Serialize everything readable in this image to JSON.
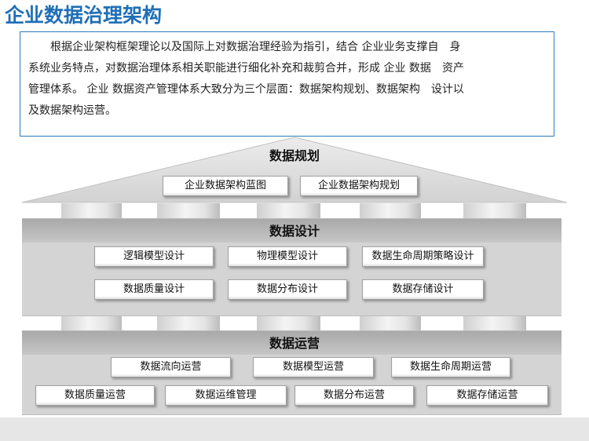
{
  "title": "企业数据治理架构",
  "intro_lines": [
    "根据企业架构框架理论以及国际上对数据治理经验为指引，结合 企业业务支撑自　身",
    "系统业务特点，对数据治理体系相关职能进行细化补充和裁剪合并，形成 企业 数据　资产",
    "管理体系。 企业 数据资产管理体系大致分为三个层面：数据架构规划、数据架构　设计以",
    "及数据架构运营。"
  ],
  "layers": {
    "planning": {
      "title": "数据规划",
      "items": [
        "企业数据架构蓝图",
        "企业数据架构规划"
      ]
    },
    "design": {
      "title": "数据设计",
      "items": [
        "逻辑模型设计",
        "物理模型设计",
        "数据生命周期策略设计",
        "数据质量设计",
        "数据分布设计",
        "数据存储设计"
      ]
    },
    "operation": {
      "title": "数据运营",
      "items": [
        "数据流向运营",
        "数据模型运营",
        "数据生命周期运营",
        "数据质量运营",
        "数据运维管理",
        "数据分布运营",
        "数据存储运营"
      ]
    }
  }
}
